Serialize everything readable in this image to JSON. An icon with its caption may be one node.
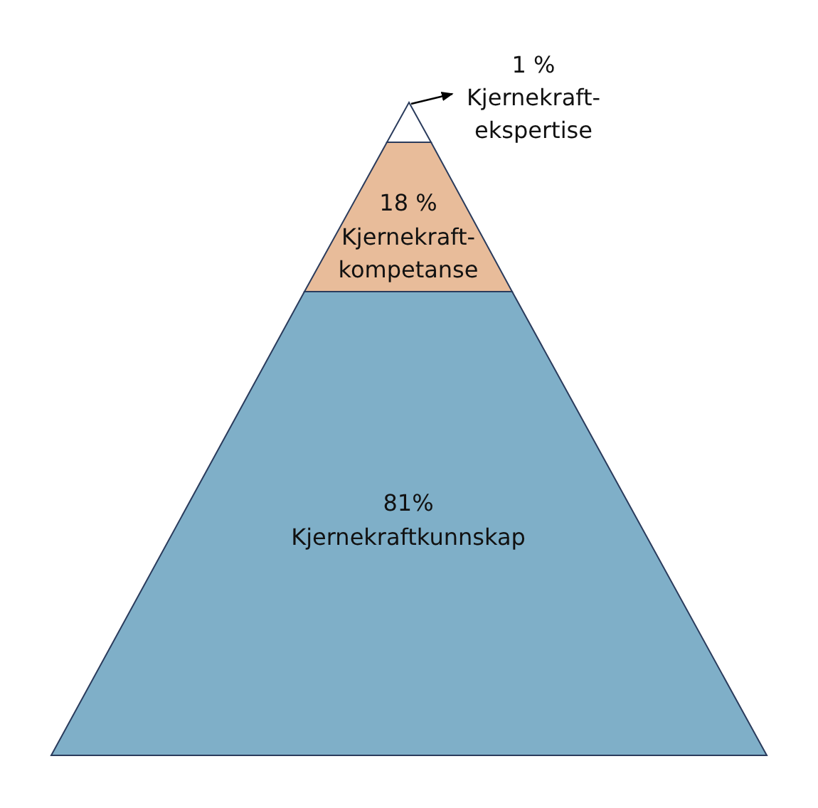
{
  "diagram": {
    "nodes": [
      {
        "text": [],
        "shape": "triangle"
      },
      {
        "text": [
          "1 %",
          "Kjernekraft-ekspertise"
        ]
      },
      {
        "text": [
          "18 %",
          "Kjernekraft-kompetanse"
        ]
      },
      {
        "text": [
          "81%",
          "Kjernekraftkunnskap"
        ]
      }
    ],
    "edges": [
      {
        "from": 0,
        "to": 1,
        "arrow": "to"
      }
    ]
  }
}
